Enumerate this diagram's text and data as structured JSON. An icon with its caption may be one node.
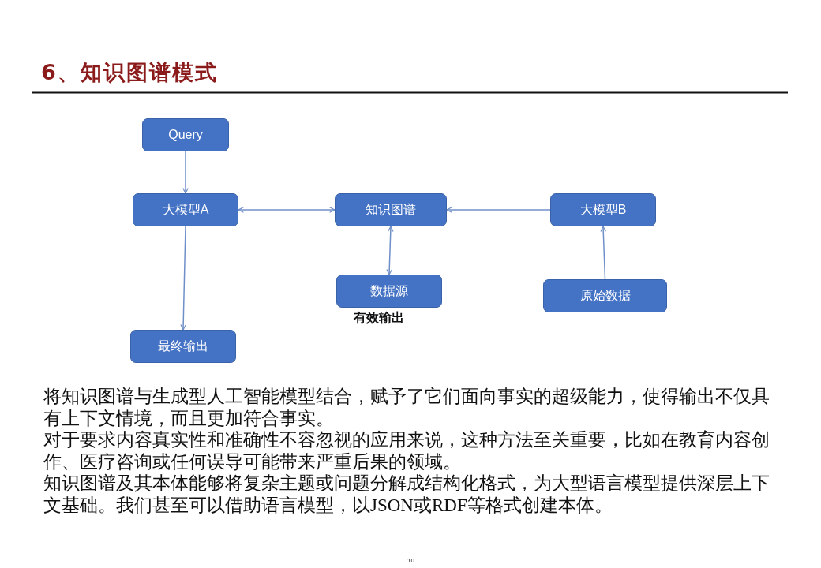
{
  "diagram": {
    "title": "6、知识图谱模式",
    "nodes": [
      {
        "text": [
          "Query"
        ]
      },
      {
        "text": [
          "大模型A"
        ]
      },
      {
        "text": [
          "知识图谱"
        ]
      },
      {
        "text": [
          "大模型B"
        ]
      },
      {
        "text": [
          "数据源"
        ],
        "beside": [
          "有效输出"
        ]
      },
      {
        "text": [
          "原始数据"
        ]
      },
      {
        "text": [
          "最终输出"
        ]
      }
    ],
    "edges": [
      {
        "from": 0,
        "to": 1,
        "arrow": "to"
      },
      {
        "from": 1,
        "to": 2,
        "arrow": "both"
      },
      {
        "from": 3,
        "to": 2,
        "arrow": "to"
      },
      {
        "from": 2,
        "to": 4,
        "arrow": "both"
      },
      {
        "from": 5,
        "to": 3,
        "arrow": "to"
      },
      {
        "from": 1,
        "to": 6,
        "arrow": "to"
      }
    ],
    "labels": [
      "将知识图谱与生成型人工智能模型结合，赋予了它们面向事实的超级能力，使得输出不仅具有上下文情境，而且更加符合事实。",
      "对于要求内容真实性和准确性不容忽视的应用来说，这种方法至关重要，比如在教育内容创作、医疗咨询或任何误导可能带来严重后果的领域。",
      "知识图谱及其本体能够将复杂主题或问题分解成结构化格式，为大型语言模型提供深层上下文基础。我们甚至可以借助语言模型，以JSON或RDF等格式创建本体。",
      "10"
    ]
  }
}
